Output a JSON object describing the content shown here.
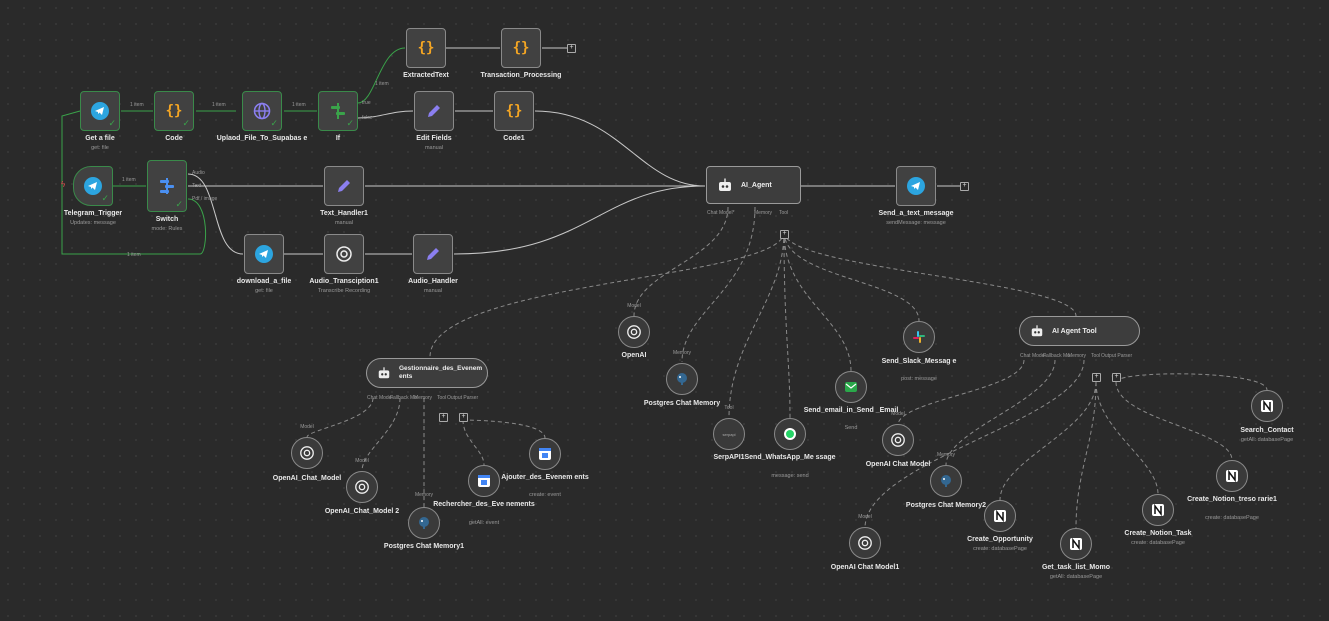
{
  "colors": {
    "accent_connection": "#3aa34a",
    "connection": "#9a9a9a",
    "canvas": "#2a2a2a",
    "node": "#414141"
  },
  "edge_labels": {
    "e1": "1 item",
    "e2": "1 item",
    "e3": "1 item",
    "e4": "1 item",
    "e5": "1 item",
    "e6": "1 item"
  },
  "nodes": {
    "get_file": {
      "label": "Get a file",
      "sub": "get: file",
      "icon": "telegram-icon"
    },
    "code": {
      "label": "Code",
      "icon": "code-icon"
    },
    "upload": {
      "label": "Uplaod_File_To_Supabas e",
      "icon": "globe-icon"
    },
    "if": {
      "label": "If",
      "true_label": "true",
      "false_label": "false",
      "icon": "if-icon"
    },
    "extracted": {
      "label": "ExtractedText",
      "icon": "code-icon"
    },
    "transaction": {
      "label": "Transaction_Processing",
      "icon": "code-icon"
    },
    "edit_fields": {
      "label": "Edit Fields",
      "sub": "manual",
      "icon": "pencil-icon"
    },
    "code1": {
      "label": "Code1",
      "icon": "code-icon"
    },
    "telegram_trigger": {
      "label": "Telegram_Trigger",
      "sub": "Updates: message",
      "icon": "telegram-icon"
    },
    "switch": {
      "label": "Switch",
      "sub": "mode: Rules",
      "out_audio": "Audio",
      "out_text": "Text",
      "out_pdf": "Pdf / image",
      "icon": "switch-icon"
    },
    "text_handler": {
      "label": "Text_Handler1",
      "sub": "manual",
      "icon": "pencil-icon"
    },
    "download": {
      "label": "download_a_file",
      "sub": "get: file",
      "icon": "telegram-icon"
    },
    "transcription": {
      "label": "Audio_Transciption1",
      "sub": "Transcribe Recording",
      "icon": "openai-icon"
    },
    "audio_handler": {
      "label": "Audio_Handler",
      "sub": "manual",
      "icon": "pencil-icon"
    },
    "ai_agent": {
      "label": "AI_Agent",
      "port_model": "Chat Model*",
      "port_memory": "Memory",
      "port_tool": "Tool",
      "icon": "robot-icon"
    },
    "send_text": {
      "label": "Send_a_text_message",
      "sub": "sendMessage: message",
      "icon": "telegram-icon"
    },
    "openai": {
      "label": "OpenAI",
      "cap": "Model",
      "icon": "openai-icon"
    },
    "pg_memory": {
      "label": "Postgres Chat Memory",
      "cap": "Memory",
      "icon": "postgres-icon"
    },
    "serpapi": {
      "label": "SerpAPI1",
      "cap": "Tool",
      "icon": "serpapi-icon",
      "icon_text": "serpapi"
    },
    "whatsapp": {
      "label": "Send_WhatsApp_Me ssage",
      "sub": "message: send",
      "icon": "whatsapp-icon"
    },
    "email": {
      "label": "Send_email_in_Send _Email",
      "sub": "Send",
      "icon": "email-icon"
    },
    "slack": {
      "label": "Send_Slack_Messag e",
      "sub": "post: message",
      "icon": "slack-icon"
    },
    "agent_tool": {
      "label": "AI Agent Tool",
      "port_model": "Chat Model",
      "port_fallback": "Fallback Mo",
      "port_memory": "Memory",
      "port_tool": "Tool",
      "port_parser": "Output Parser",
      "icon": "robot-icon"
    },
    "gestion": {
      "label": "Gestionnaire_des_Evenem ents",
      "port_model": "Chat Model",
      "port_fallback": "Fallback Mo",
      "port_memory": "Memory",
      "port_tool": "Tool",
      "port_parser": "Output Parser",
      "icon": "robot-icon"
    },
    "oa_chat": {
      "label": "OpenAI_Chat_Model",
      "cap": "Model",
      "icon": "openai-icon"
    },
    "oa_chat2": {
      "label": "OpenAI_Chat_Model 2",
      "cap": "Model",
      "icon": "openai-icon"
    },
    "pg_memory1": {
      "label": "Postgres Chat Memory1",
      "cap": "Memory",
      "icon": "postgres-icon"
    },
    "rechercher": {
      "label": "Rechercher_des_Eve nements",
      "sub": "getAll: event",
      "icon": "gcal-icon"
    },
    "ajouter": {
      "label": "Ajouter_des_Evenem ents",
      "sub": "create: event",
      "icon": "gcal-icon"
    },
    "oa_chat_model": {
      "label": "OpenAI Chat Model",
      "cap": "Model",
      "icon": "openai-icon"
    },
    "pg_memory2": {
      "label": "Postgres Chat Memory2",
      "cap": "Memory",
      "icon": "postgres-icon"
    },
    "oa_chat_model1": {
      "label": "OpenAI Chat Model1",
      "cap": "Model",
      "icon": "openai-icon"
    },
    "create_opp": {
      "label": "Create_Opportunity",
      "sub": "create: databasePage",
      "icon": "notion-icon"
    },
    "get_task": {
      "label": "Get_task_list_Momo",
      "sub": "getAll: databasePage",
      "icon": "notion-icon"
    },
    "create_task": {
      "label": "Create_Notion_Task",
      "sub": "create: databasePage",
      "icon": "notion-icon"
    },
    "create_treso": {
      "label": "Create_Notion_treso rarie1",
      "sub": "create: databasePage",
      "icon": "notion-icon"
    },
    "search_contact": {
      "label": "Search_Contact",
      "sub": "getAll: databasePage",
      "icon": "notion-icon"
    }
  }
}
